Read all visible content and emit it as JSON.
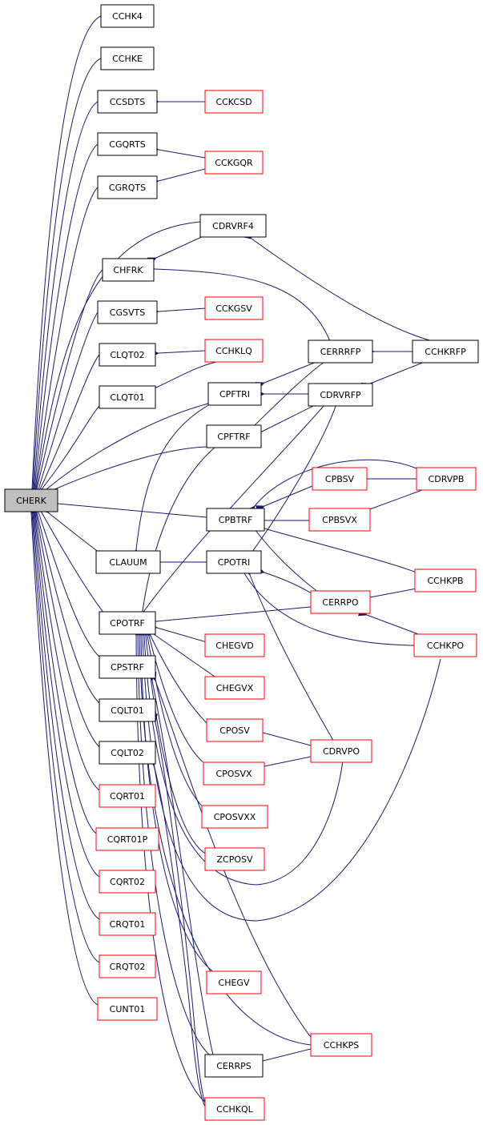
{
  "colors": {
    "edge": "#191970",
    "arrowhead": "#191970",
    "node_documented_border": "#000000",
    "node_undocumented_border": "#ff0000",
    "root_fill": "#bfbfbf",
    "background": "#ffffff"
  },
  "nodes": {
    "CHERK": "CHERK",
    "CCHK4": "CCHK4",
    "CCHKE": "CCHKE",
    "CCSDTS": "CCSDTS",
    "CCKCSD": "CCKCSD",
    "CGQRTS": "CGQRTS",
    "CCKGQR": "CCKGQR",
    "CGRQTS": "CGRQTS",
    "CDRVRF4": "CDRVRF4",
    "CHFRK": "CHFRK",
    "CGSVTS": "CGSVTS",
    "CCKGSV": "CCKGSV",
    "CLQT02": "CLQT02",
    "CCHKLQ": "CCHKLQ",
    "CERRRFP": "CERRRFP",
    "CCHKRFP": "CCHKRFP",
    "CLQT01": "CLQT01",
    "CPFTRI": "CPFTRI",
    "CDRVRFP": "CDRVRFP",
    "CPFTRF": "CPFTRF",
    "CPBSV": "CPBSV",
    "CDRVPB": "CDRVPB",
    "CPBTRF": "CPBTRF",
    "CPBSVX": "CPBSVX",
    "CLAUUM": "CLAUUM",
    "CPOTRI": "CPOTRI",
    "CCHKPB": "CCHKPB",
    "CERRPO": "CERRPO",
    "CPOTRF": "CPOTRF",
    "CCHKPO": "CCHKPO",
    "CHEGVD": "CHEGVD",
    "CPSTRF": "CPSTRF",
    "CHEGVX": "CHEGVX",
    "CQLT01": "CQLT01",
    "CPOSV": "CPOSV",
    "CQLT02": "CQLT02",
    "CDRVPO": "CDRVPO",
    "CPOSVX": "CPOSVX",
    "CQRT01": "CQRT01",
    "CPOSVXX": "CPOSVXX",
    "CQRT01P": "CQRT01P",
    "ZCPOSV": "ZCPOSV",
    "CQRT02": "CQRT02",
    "CRQT01": "CRQT01",
    "CRQT02": "CRQT02",
    "CUNT01": "CUNT01",
    "CHEGV": "CHEGV",
    "CCHKPS": "CCHKPS",
    "CERRPS": "CERRPS",
    "CCHKQL": "CCHKQL"
  }
}
